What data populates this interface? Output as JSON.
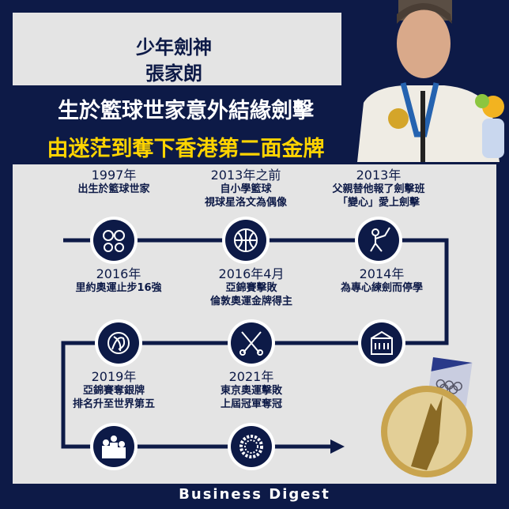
{
  "title": {
    "line1": "少年劍神",
    "line2": "張家朗"
  },
  "headline": {
    "line1": "生於籃球世家意外結緣劍擊",
    "line2": "由迷茫到奪下香港第二面金牌"
  },
  "events": [
    {
      "year": "1997年",
      "desc": [
        "出生於籃球世家"
      ],
      "icon": "family-icon"
    },
    {
      "year": "2013年之前",
      "desc": [
        "自小學籃球",
        "視球星洛文為偶像"
      ],
      "icon": "basketball-icon"
    },
    {
      "year": "2013年",
      "desc": [
        "父親替他報了劍擊班",
        "「變心」愛上劍擊"
      ],
      "icon": "fencer-icon"
    },
    {
      "year": "2014年",
      "desc": [
        "為專心練劍而停學"
      ],
      "icon": "school-icon"
    },
    {
      "year": "2016年4月",
      "desc": [
        "亞錦賽擊敗",
        "倫敦奧運金牌得主"
      ],
      "icon": "crossed-swords-icon"
    },
    {
      "year": "2016年",
      "desc": [
        "里約奧運止步16強"
      ],
      "icon": "rio-olympics-icon"
    },
    {
      "year": "2019年",
      "desc": [
        "亞錦賽奪銀牌",
        "排名升至世界第五"
      ],
      "icon": "podium-icon"
    },
    {
      "year": "2021年",
      "desc": [
        "東京奧運擊敗",
        "上屆冠軍奪冠"
      ],
      "icon": "tokyo-emblem-icon"
    }
  ],
  "footer": "Business Digest",
  "colors": {
    "navy": "#0d1a47",
    "panel": "#e4e4e4",
    "highlight": "#ffd400"
  }
}
